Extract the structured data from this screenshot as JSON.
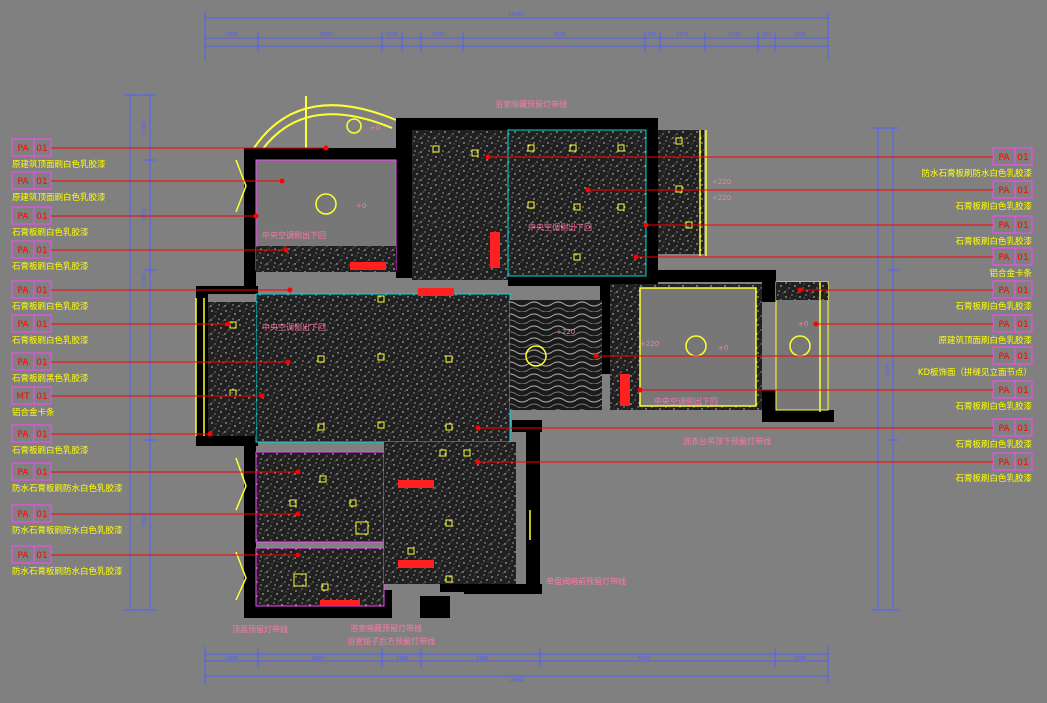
{
  "colors": {
    "background": "#808080",
    "wall": "#000000",
    "dimension": "#4f5fff",
    "leader": "#ff0000",
    "tag": "#ff44ff",
    "label_yellow": "#ffff00",
    "annotation_pink": "#ff77aa",
    "curtain_yellow": "#ffff33"
  },
  "dimensions": {
    "top_total": "14380",
    "top_segments": [
      "1300",
      "3900",
      "1100",
      "1100",
      "3100",
      "245",
      "1170",
      "1340",
      "270",
      "1340"
    ],
    "bottom_total": "14380",
    "bottom_segments": [
      "1300",
      "3900",
      "1100",
      "2100",
      "3500",
      "1340"
    ],
    "left_segments": [
      "1100",
      "1800",
      "1100",
      "3000"
    ],
    "right_total": "4200"
  },
  "left_tags": [
    {
      "code": "PA",
      "num": "01",
      "label": "原建筑顶面刷白色乳胶漆"
    },
    {
      "code": "PA",
      "num": "01",
      "label": "原建筑顶面刷白色乳胶漆"
    },
    {
      "code": "PA",
      "num": "01",
      "label": "石膏板刷白色乳胶漆"
    },
    {
      "code": "PA",
      "num": "01",
      "label": "石膏板刷白色乳胶漆"
    },
    {
      "code": "PA",
      "num": "01",
      "label": "石膏板刷白色乳胶漆"
    },
    {
      "code": "PA",
      "num": "01",
      "label": "石膏板刷白色乳胶漆"
    },
    {
      "code": "PA",
      "num": "01",
      "label": "石膏板刷黑色乳胶漆"
    },
    {
      "code": "MT",
      "num": "01",
      "label": "铝合金卡条"
    },
    {
      "code": "PA",
      "num": "01",
      "label": "石膏板刷白色乳胶漆"
    },
    {
      "code": "PA",
      "num": "01",
      "label": "防水石膏板刷防水白色乳胶漆"
    },
    {
      "code": "PA",
      "num": "01",
      "label": "防水石膏板刷防水白色乳胶漆"
    },
    {
      "code": "PA",
      "num": "01",
      "label": "防水石膏板刷防水白色乳胶漆"
    }
  ],
  "right_tags": [
    {
      "code": "PA",
      "num": "01",
      "label": "防水石膏板刷防水白色乳胶漆"
    },
    {
      "code": "PA",
      "num": "01",
      "label": "石膏板刷白色乳胶漆"
    },
    {
      "code": "PA",
      "num": "01",
      "label": "石膏板刷白色乳胶漆"
    },
    {
      "code": "PA",
      "num": "01",
      "label": "铝合金卡条"
    },
    {
      "code": "PA",
      "num": "01",
      "label": "石膏板刷白色乳胶漆"
    },
    {
      "code": "PA",
      "num": "01",
      "label": "原建筑顶面刷白色乳胶漆"
    },
    {
      "code": "PA",
      "num": "01",
      "label": "KD板饰面（拼缝见立面节点）"
    },
    {
      "code": "PA",
      "num": "01",
      "label": "石膏板刷白色乳胶漆"
    },
    {
      "code": "PA",
      "num": "01",
      "label": "石膏板刷白色乳胶漆"
    },
    {
      "code": "PA",
      "num": "01",
      "label": "石膏板刷白色乳胶漆"
    }
  ],
  "plan_notes": [
    "浴室暗藏预留灯带线",
    "中央空调侧出下回",
    "中央空调侧出下回",
    "中央空调侧出下回",
    "中央空调侧出下回",
    "洗衣台吊顶下预留灯带线",
    "单盘阀暗前预留灯带线",
    "顶面预留灯带线",
    "浴室暗藏预留灯带线",
    "浴室镜子后方预留灯带线"
  ],
  "levels": [
    "+0",
    "+0",
    "+220",
    "+220",
    "+220",
    "+0",
    "+0",
    "+220"
  ]
}
